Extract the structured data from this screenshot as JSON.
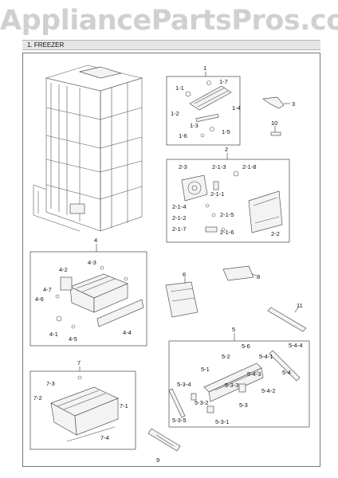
{
  "watermark": "AppliancePartsPros.com",
  "section": {
    "title": "1. FREEZER"
  },
  "callouts": {
    "g1": "1",
    "p1_1": "1-1",
    "p1_7": "1-7",
    "p1_4": "1-4",
    "p1_2": "1-2",
    "p1_3": "1-3",
    "p1_5": "1-5",
    "p1_6": "1-6",
    "p3": "3",
    "p10": "10",
    "g2": "2",
    "p2_3": "2-3",
    "p2_1_3": "2-1-3",
    "p2_1_8": "2-1-8",
    "p2_1_1": "2-1-1",
    "p2_1_4": "2-1-4",
    "p2_1_2": "2-1-2",
    "p2_1_5": "2-1-5",
    "p2_1_7": "2-1-7",
    "p2_1_6": "2-1-6",
    "p2_2": "2-2",
    "g4": "4",
    "p4_3": "4-3",
    "p4_2": "4-2",
    "p4_7": "4-7",
    "p4_6": "4-6",
    "p4_1": "4-1",
    "p4_5": "4-5",
    "p4_4": "4-4",
    "p6": "6",
    "p8": "8",
    "p11": "11",
    "g5": "5",
    "p5_6": "5-6",
    "p5_2": "5-2",
    "p5_4_1": "5-4-1",
    "p5_4_4": "5-4-4",
    "p5_1": "5-1",
    "p5_4_3": "5-4-3",
    "p5_4": "5-4",
    "p5_3_4": "5-3-4",
    "p5_3_3": "5-3-3",
    "p5_4_2": "5-4-2",
    "p5_3_2": "5-3-2",
    "p5_3": "5-3",
    "p5_3_5": "5-3-5",
    "p5_3_1": "5-3-1",
    "g7": "7",
    "p7_3": "7-3",
    "p7_2": "7-2",
    "p7_1": "7-1",
    "p7_4": "7-4",
    "p9": "9"
  }
}
